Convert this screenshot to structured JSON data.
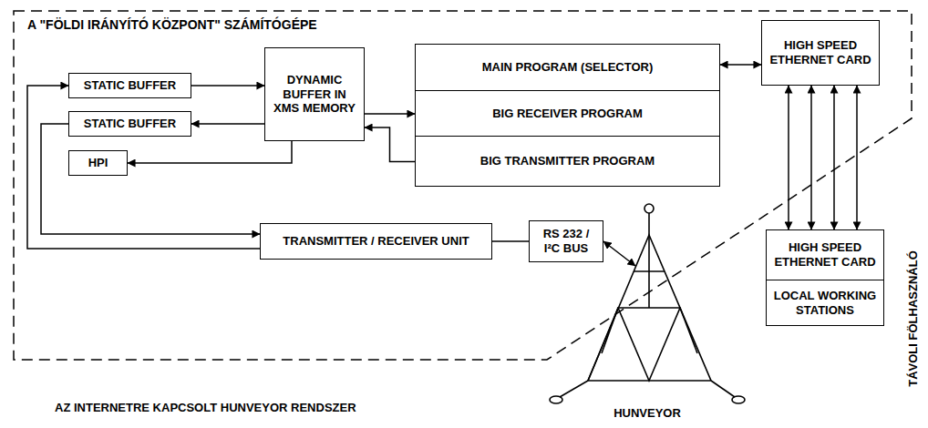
{
  "diagram": {
    "caption": "AZ INTERNETRE KAPCSOLT HUNVEYOR RENDSZER",
    "nodes": [
      {
        "text": [
          "A \"FÖLDI IRÁNYÍTÓ KÖZPONT\" SZÁMÍTÓGÉPE"
        ]
      },
      {
        "text": [
          "STATIC BUFFER"
        ],
        "in": 0
      },
      {
        "text": [
          "DYNAMIC BUFFER IN XMS MEMORY"
        ],
        "in": 0
      },
      {
        "text": [
          "MAIN PROGRAM (SELECTOR)"
        ],
        "in": 0
      },
      {
        "text": [
          "HIGH SPEED ETHERNET CARD"
        ],
        "in": 0
      },
      {
        "text": [
          "BIG RECEIVER PROGRAM"
        ],
        "in": 0
      },
      {
        "text": [
          "STATIC BUFFER"
        ],
        "in": 0
      },
      {
        "text": [
          "BIG TRANSMITTER PROGRAM"
        ],
        "in": 0
      },
      {
        "text": [
          "HPI"
        ],
        "in": 0
      },
      {
        "text": [
          "HIGH SPEED ETHERNET CARD"
        ]
      },
      {
        "text": [
          "LOCAL WORKING STATIONS"
        ]
      },
      {
        "text": [
          "TRANSMITTER / RECEIVER UNIT"
        ],
        "in": 0
      },
      {
        "text": [
          "RS 232 / I²C BUS"
        ],
        "in": 0
      },
      {
        "text": [
          "HUNVEYOR"
        ]
      }
    ],
    "edges": [
      {
        "from": 11,
        "to": 1,
        "arrow": "to"
      },
      {
        "from": 1,
        "to": 2,
        "arrow": "to"
      },
      {
        "from": 2,
        "to": 6,
        "arrow": "to"
      },
      {
        "from": 6,
        "to": 11,
        "arrow": "to"
      },
      {
        "from": 2,
        "to": 8,
        "arrow": "to"
      },
      {
        "from": 7,
        "to": 2,
        "arrow": "to"
      },
      {
        "from": 2,
        "to": 5,
        "arrow": "to"
      },
      {
        "from": 3,
        "to": 4,
        "arrow": "both"
      },
      {
        "from": 4,
        "to": 9,
        "arrow": "both"
      },
      {
        "from": 11,
        "to": 12,
        "arrow": "none"
      },
      {
        "from": 12,
        "to": 13,
        "arrow": "both"
      }
    ],
    "labels": [
      "TÁVOLI FÖLHASZNÁLÓ"
    ]
  }
}
